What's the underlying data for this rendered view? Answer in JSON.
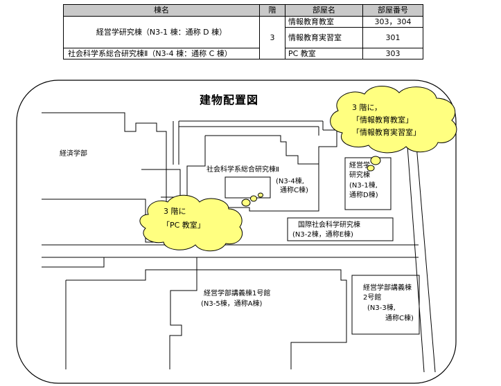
{
  "table": {
    "headers": [
      "棟名",
      "階",
      "部屋名",
      "部屋番号"
    ],
    "rows": [
      {
        "building": "経営学研究棟（N3-1 棟：通称 D 棟）",
        "floor": "3",
        "room": "情報教育教室",
        "number": "303，304"
      },
      {
        "room": "情報教育実習室",
        "number": "301"
      },
      {
        "building": "社会科学系総合研究棟Ⅱ（N3-4 棟：通称 C 棟）",
        "room": "PC 教室",
        "number": "303"
      }
    ]
  },
  "map": {
    "title": "建物配置図",
    "labels": {
      "keizai": "経済学部",
      "shakai_name": "社会科学系総合研究棟Ⅱ",
      "shakai_code": "(N3-4棟,",
      "shakai_alias": "通称C棟)",
      "keiei_name1": "経営学",
      "keiei_name2": "研究棟",
      "keiei_code": "(N3-1棟,",
      "keiei_alias": "通称D棟)",
      "kokusai_name": "国際社会科学研究棟",
      "kokusai_code": "(N3-2棟，通称E棟)",
      "kogi1_name": "経営学部講義棟1号館",
      "kogi1_code": "(N3-5棟，通称A棟)",
      "kogi2_name1": "経営学部講義棟",
      "kogi2_name2": "2号館",
      "kogi2_code": "(N3-3棟,",
      "kogi2_alias": "通称C棟)"
    },
    "bubbles": {
      "right": [
        "3 階に，",
        "「情報教育教室」",
        "「情報教育実習室」"
      ],
      "left": [
        "3 階に",
        "「PC 教室」"
      ]
    }
  }
}
